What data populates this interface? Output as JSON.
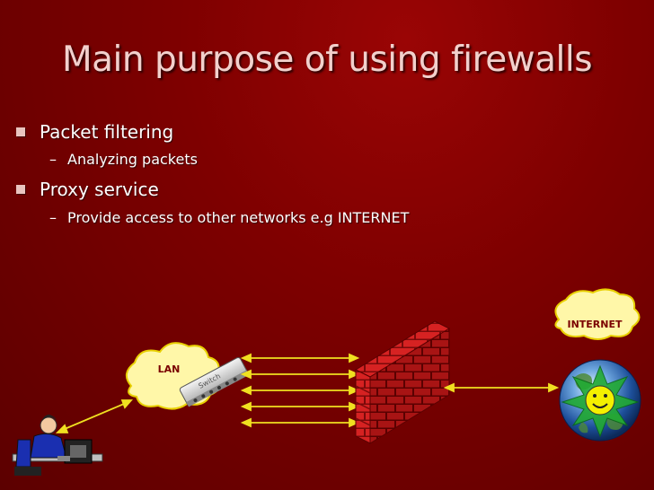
{
  "slide": {
    "title": "Main purpose of using firewalls",
    "bullets": [
      {
        "text": "Packet filtering",
        "sub": [
          "Analyzing packets"
        ]
      },
      {
        "text": "Proxy service",
        "sub": [
          "Provide access to other networks e.g INTERNET"
        ]
      }
    ]
  },
  "diagram": {
    "lan_label": "LAN",
    "switch_label": "Switch",
    "internet_label": "INTERNET",
    "connection_color": "#f0e020",
    "brick_color": "#d42020"
  }
}
